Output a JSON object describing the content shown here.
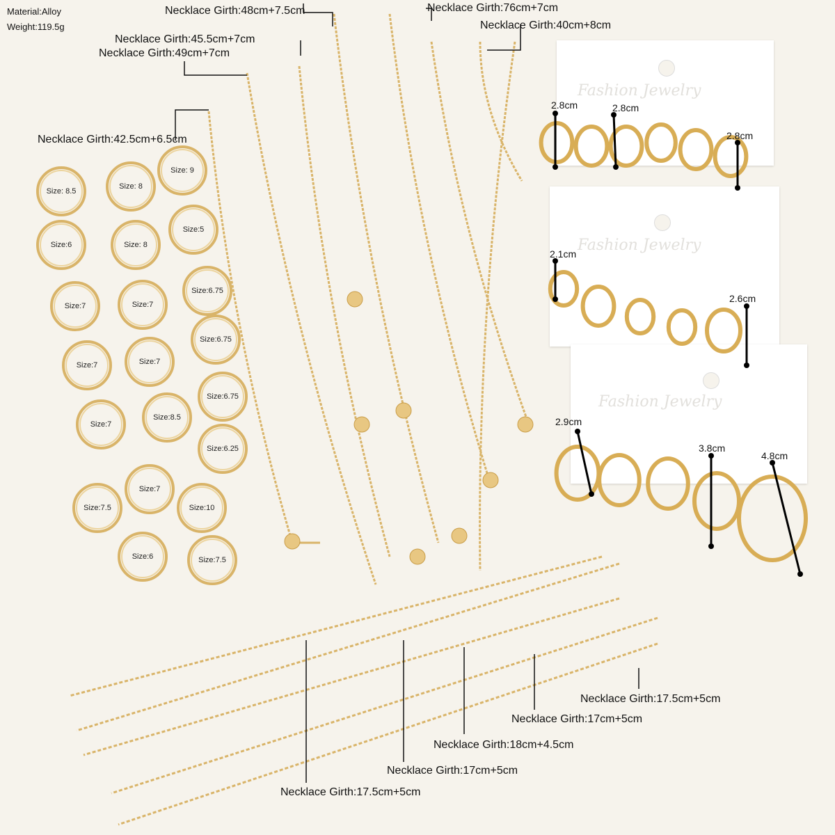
{
  "info": {
    "material": "Material:Alloy",
    "weight": "Weight:119.5g"
  },
  "necklaces": [
    {
      "label": "Necklace Girth:48cm+7.5cm"
    },
    {
      "label": "Necklace Girth:76cm+7cm"
    },
    {
      "label": "Necklace Girth:40cm+8cm"
    },
    {
      "label": "Necklace Girth:45.5cm+7cm"
    },
    {
      "label": "Necklace Girth:49cm+7cm"
    },
    {
      "label": "Necklace Girth:42.5cm+6.5cm"
    }
  ],
  "rings": [
    "Size: 8.5",
    "Size: 8",
    "Size: 9",
    "Size:6",
    "Size: 8",
    "Size:5",
    "Size:7",
    "Size:7",
    "Size:6.75",
    "Size:7",
    "Size:7",
    "Size:6.75",
    "Size:7",
    "Size:8.5",
    "Size:6.75",
    "Size:6.25",
    "Size:7.5",
    "Size:7",
    "Size:10",
    "Size:6",
    "Size:7.5"
  ],
  "earring_cards": [
    {
      "brand": "Fashion Jewelry",
      "sizes": [
        "2.8cm",
        "2.8cm",
        "2.8cm"
      ]
    },
    {
      "brand": "Fashion Jewelry",
      "sizes": [
        "2.1cm",
        "2.6cm"
      ]
    },
    {
      "brand": "Fashion Jewelry",
      "sizes": [
        "2.9cm",
        "3.8cm",
        "4.8cm"
      ]
    }
  ],
  "bracelets": [
    {
      "label": "Necklace Girth:17.5cm+5cm"
    },
    {
      "label": "Necklace Girth:17cm+5cm"
    },
    {
      "label": "Necklace Girth:18cm+4.5cm"
    },
    {
      "label": "Necklace Girth:17cm+5cm"
    },
    {
      "label": "Necklace Girth:17.5cm+5cm"
    }
  ],
  "colors": {
    "gold": "#d9b469",
    "background": "#f6f3ec",
    "card": "#ffffff"
  }
}
